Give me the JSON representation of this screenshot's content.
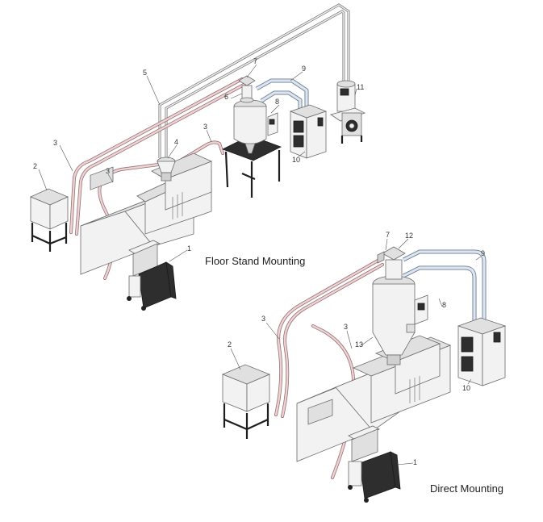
{
  "captions": {
    "floor_stand": "Floor Stand Mounting",
    "direct": "Direct Mounting"
  },
  "callouts": {
    "top": [
      "7",
      "5",
      "9",
      "8",
      "11",
      "6",
      "3",
      "4",
      "3",
      "3",
      "2",
      "10",
      "1"
    ],
    "bottom": [
      "7",
      "12",
      "9",
      "8",
      "3",
      "3",
      "13",
      "2",
      "10",
      "1"
    ]
  },
  "colors": {
    "conveying_pipe": "#e8c9cb",
    "air_pipe": "#c9d6e6",
    "machine_body": "#f2f2f2",
    "dark_parts": "#2e2e2e"
  }
}
